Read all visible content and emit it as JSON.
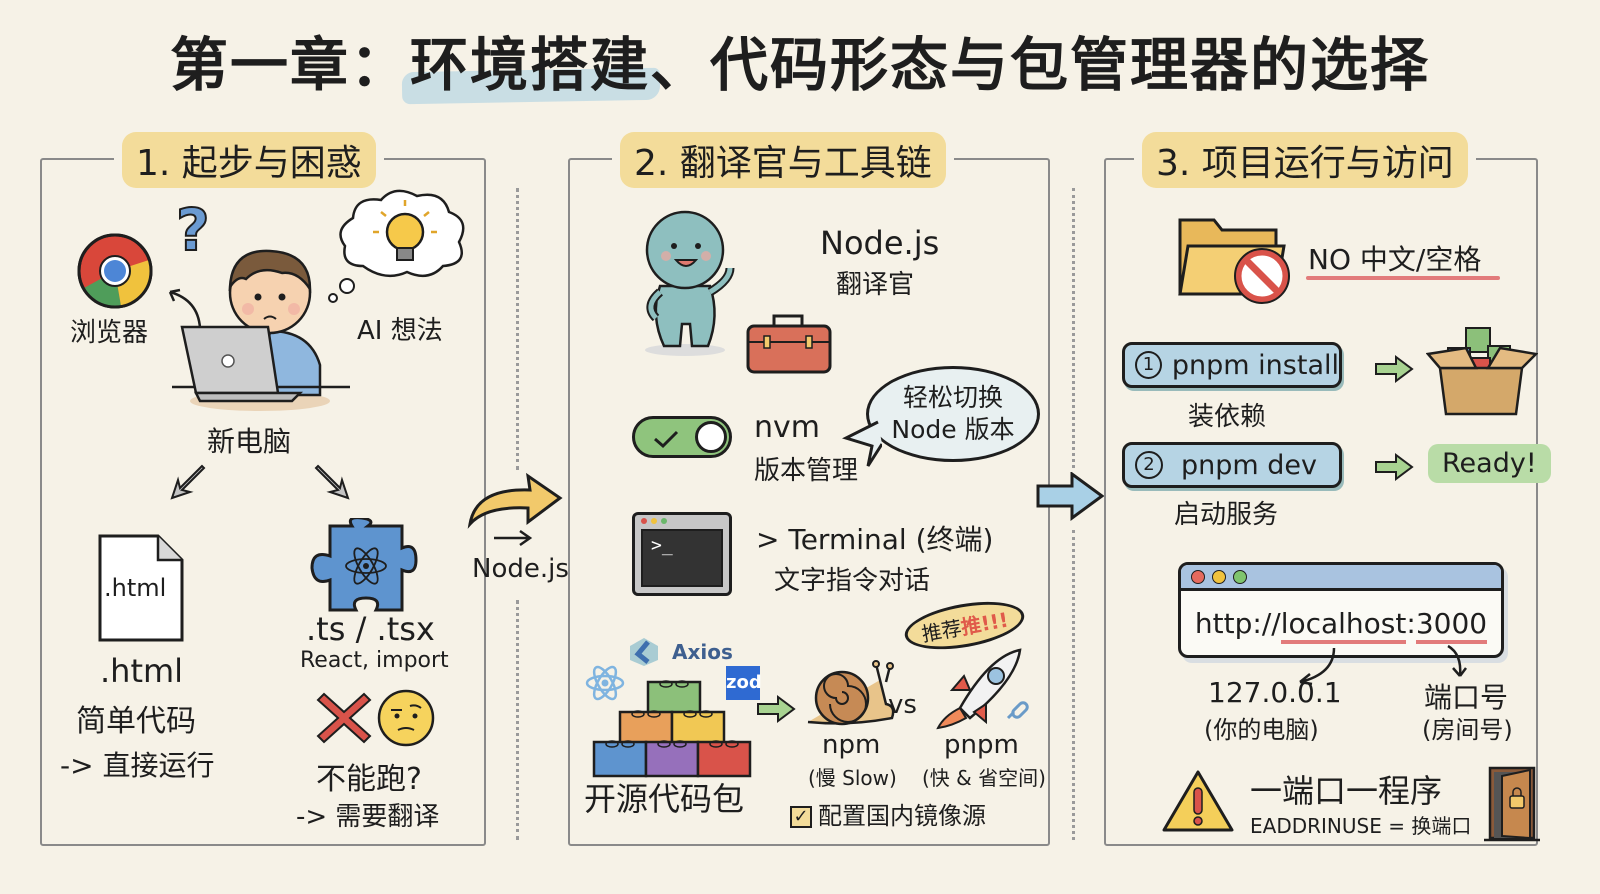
{
  "title": "第一章：环境搭建、代码形态与包管理器的选择",
  "colors": {
    "background": "#f6f2e7",
    "title_highlight": "#b9d7e3",
    "section_highlight": "#f3dc9a",
    "pill_blue": "#b6d4e4",
    "ready_green": "#b9dca7",
    "accent_red": "#e27b7b"
  },
  "sections": [
    {
      "title": "1. 起步与困惑",
      "browser_label": "浏览器",
      "ai_label": "AI 想法",
      "computer_label": "新电脑",
      "html_file_icon_text": ".html",
      "html_title": ".html",
      "html_desc": "简单代码",
      "html_result": "-> 直接运行",
      "ts_title": ".ts / .tsx",
      "ts_sub": "React, import",
      "ts_problem": "不能跑?",
      "ts_result": "-> 需要翻译"
    },
    {
      "title": "2. 翻译官与工具链",
      "node_title": "Node.js",
      "node_desc": "翻译官",
      "nvm_title": "nvm",
      "nvm_desc": "版本管理",
      "nvm_bubble_line1": "轻松切换",
      "nvm_bubble_line2": "Node 版本",
      "terminal_prompt": ">_",
      "terminal_title": "> Terminal (终端)",
      "terminal_desc": "文字指令对话",
      "package_logos": [
        "React",
        "Axios",
        "zod"
      ],
      "packages_label": "开源代码包",
      "npm_title": "npm",
      "npm_desc": "(慢 Slow)",
      "vs_label": "vs",
      "pnpm_title": "pnpm",
      "pnpm_desc": "(快 & 省空间)",
      "recommend_text": "推荐",
      "recommend_emph": "推!!!",
      "mirror_label": "配置国内镜像源"
    },
    {
      "title": "3. 项目运行与访问",
      "folder_rule": "NO 中文/空格",
      "step1_num": "1",
      "step1_cmd": "pnpm install",
      "step1_desc": "装依赖",
      "step2_num": "2",
      "step2_cmd": "pnpm dev",
      "step2_desc": "启动服务",
      "step2_result": "Ready!",
      "url_prefix": "http://",
      "url_host": "localhost",
      "url_colon": ":",
      "url_port": "3000",
      "host_title": "127.0.0.1",
      "host_desc": "(你的电脑)",
      "port_title": "端口号",
      "port_desc": "(房间号)",
      "warning_title": "一端口一程序",
      "warning_desc": "EADDRINUSE = 换端口"
    }
  ],
  "connectors": {
    "arrow1_label": "Node.js"
  }
}
